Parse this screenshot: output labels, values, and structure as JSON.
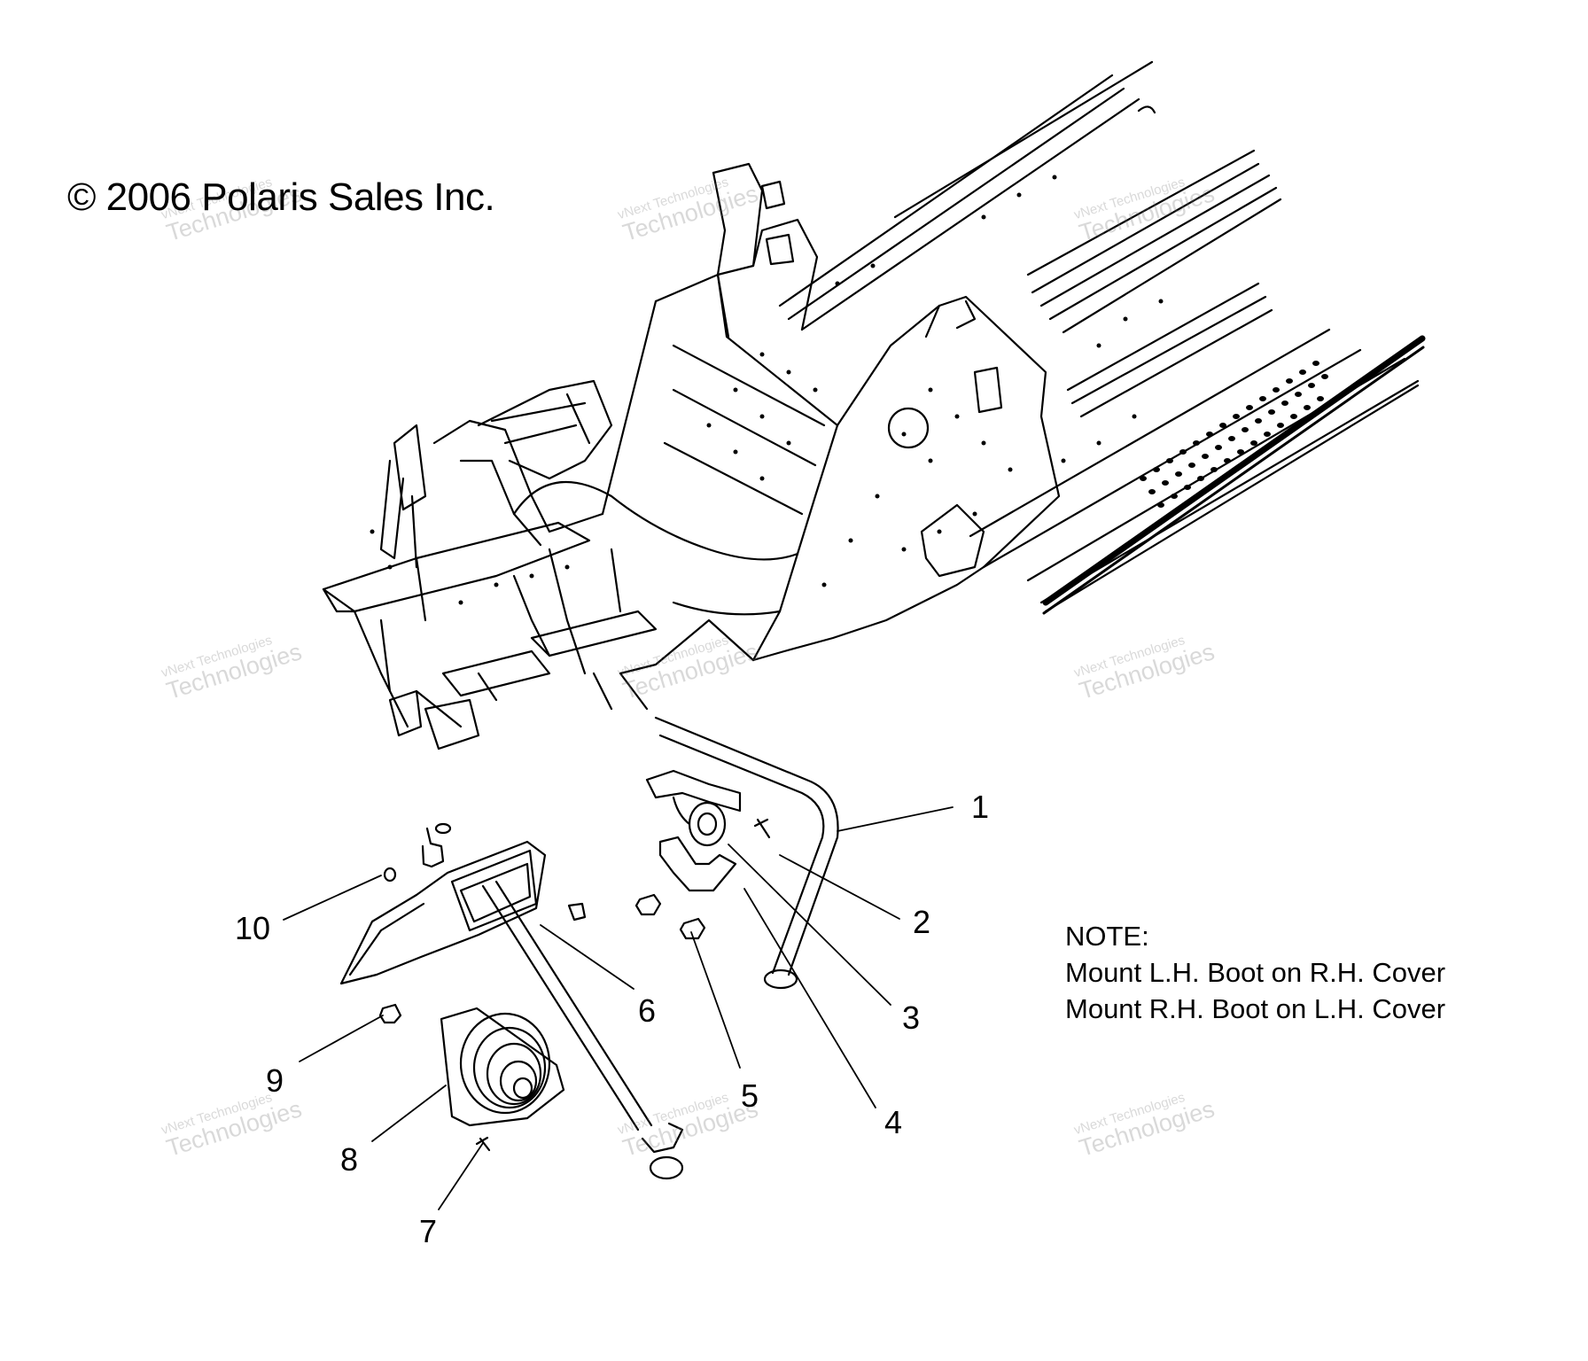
{
  "copyright": "© 2006 Polaris Sales Inc.",
  "note": {
    "heading": "NOTE:",
    "lines": [
      "Mount L.H. Boot on R.H. Cover",
      "Mount R.H. Boot on L.H. Cover"
    ]
  },
  "callouts": [
    "1",
    "2",
    "3",
    "4",
    "5",
    "6",
    "7",
    "8",
    "9",
    "10"
  ],
  "watermark": {
    "line1": "vNext Technologies",
    "line2": "Technologies"
  }
}
